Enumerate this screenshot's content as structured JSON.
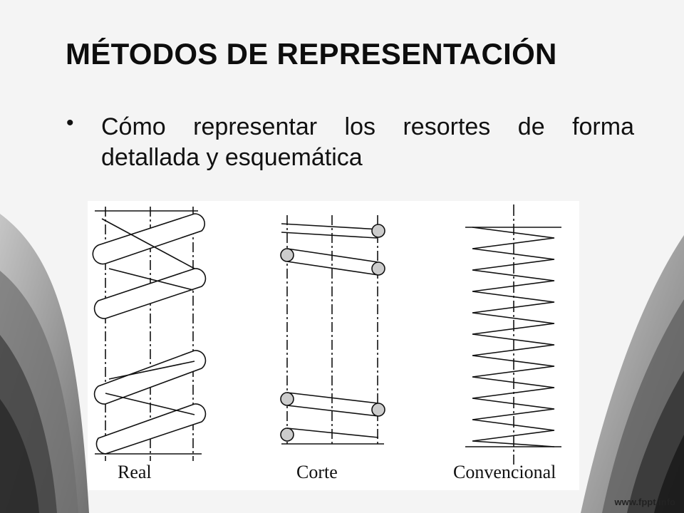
{
  "slide": {
    "title": "MÉTODOS DE REPRESENTACIÓN",
    "bullet": "Cómo representar los resortes de forma detallada y esquemática"
  },
  "figure": {
    "labels": {
      "real": "Real",
      "corte": "Corte",
      "convencional": "Convencional"
    }
  },
  "footer": {
    "url": "www.fppt.info"
  }
}
